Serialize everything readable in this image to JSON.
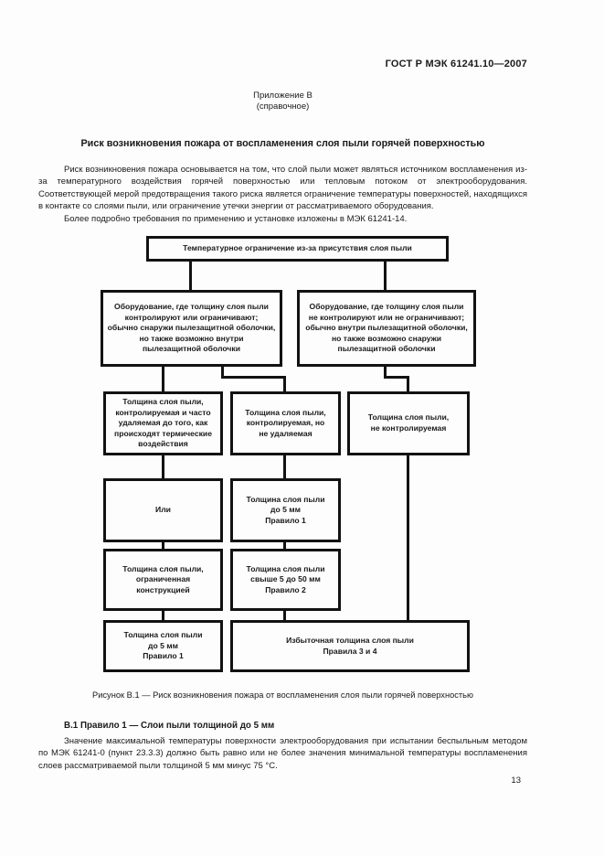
{
  "doc": {
    "header": "ГОСТ Р МЭК 61241.10—2007",
    "appendix": {
      "label": "Приложение В",
      "note": "(справочное)"
    },
    "title": "Риск возникновения пожара от воспламенения слоя пыли горячей поверхностью",
    "paragraphs": {
      "p1": "Риск возникновения пожара основывается на том, что слой пыли может являться источником воспламенения из-за температурного воздействия горячей поверхностью или тепловым потоком от электрооборудования. Соответствующей мерой предотвращения такого риска является ограничение температуры поверхностей, находящихся в контакте со слоями пыли, или ограничение утечки энергии от рассматриваемого оборудования.",
      "p2": "Более подробно требования по применению и установке изложены в МЭК 61241-14."
    },
    "figure_caption": "Рисунок В.1 — Риск возникновения пожара от воспламенения слоя пыли горячей поверхностью",
    "section": {
      "heading": "В.1  Правило 1 — Слои пыли толщиной до 5 мм",
      "body": "Значение максимальной температуры поверхности электрооборудования при испытании беспыльным методом по МЭК 61241-0 (пункт 23.3.3) должно быть равно или не более значения минимальной температуры воспламенения слоев рассматриваемой пыли толщиной 5 мм минус 75 °С."
    },
    "page_number": "13"
  },
  "flowchart": {
    "boxes": {
      "root": "Температурное ограничение из-за присутствия слоя пыли",
      "eq_controlled": "Оборудование, где толщину слоя пыли\nконтролируют или ограничивают;\nобычно снаружи пылезащитной оболочки,\nно также возможно внутри\nпылезащитной оболочки",
      "eq_uncontrolled": "Оборудование, где толщину слоя пыли\nне контролируют или не ограничивают;\nобычно внутри пылезащитной оболочки,\nно также возможно снаружи\nпылезащитной оболочки",
      "layer_removed": "Толщина слоя пыли,\nконтролируемая и часто\nудаляемая до того, как\nпроисходят термические\nвоздействия",
      "layer_not_removed": "Толщина слоя пыли,\nконтролируемая, но\nне удаляемая",
      "layer_not_controlled": "Толщина слоя пыли,\nне контролируемая",
      "or_box": "Или",
      "upto5_rule1_a": "Толщина слоя пыли\nдо 5 мм\nПравило 1",
      "limited_by_design": "Толщина слоя пыли,\nограниченная\nконструкцией",
      "over5to50_rule2": "Толщина слоя пыли\nсвыше 5 до 50 мм\nПравило 2",
      "upto5_rule1_b": "Толщина слоя пыли\nдо 5 мм\nПравило 1",
      "excessive_rules34": "Избыточная толщина слоя пыли\nПравила 3 и 4"
    }
  },
  "colors": {
    "ink": "#1a1a1a",
    "paper": "#fdfdfd",
    "line": "#121212"
  }
}
